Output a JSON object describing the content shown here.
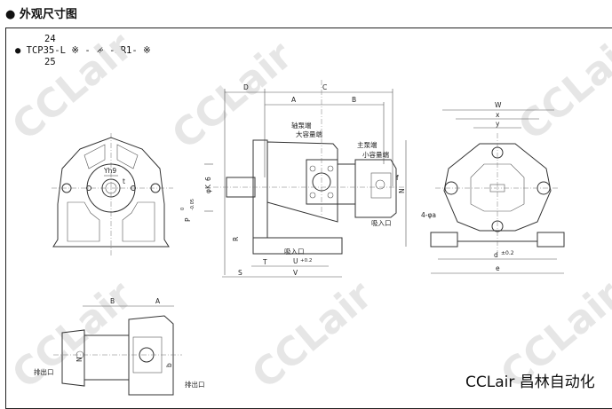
{
  "title": "● 外观尺寸图",
  "model": {
    "top": "24",
    "line": "● TCP35-L ※ - ※ -MR1- ※",
    "bottom": "25"
  },
  "watermark": "CCLair",
  "front_view": {
    "key": "Yh9",
    "t": "t"
  },
  "side_view": {
    "D": "D",
    "C": "C",
    "A": "A",
    "B": "B",
    "shaft_end": "轴泵端",
    "large_capacity": "大容量端",
    "main_end": "主泵端",
    "small_capacity": "小容量端",
    "K": "φK",
    "six": "6",
    "P": "P",
    "P_tol_upper": "0",
    "P_tol_lower": "-0.05",
    "N": "N",
    "f": "f",
    "R": "R",
    "suction1": "吸入口",
    "suction2": "吸入口",
    "U": "U",
    "U_tol": "+0.2",
    "T": "T",
    "V": "V",
    "S": "S"
  },
  "right_view": {
    "W": "W",
    "x": "x",
    "y": "y",
    "holes": "4-φa",
    "d": "d",
    "d_tol": "±0.2",
    "e": "e"
  },
  "bottom_view": {
    "B": "B",
    "A": "A",
    "N": "N",
    "b": "b",
    "discharge1": "排出口",
    "discharge2": "排出口"
  },
  "brand": "CCLair 昌林自动化"
}
